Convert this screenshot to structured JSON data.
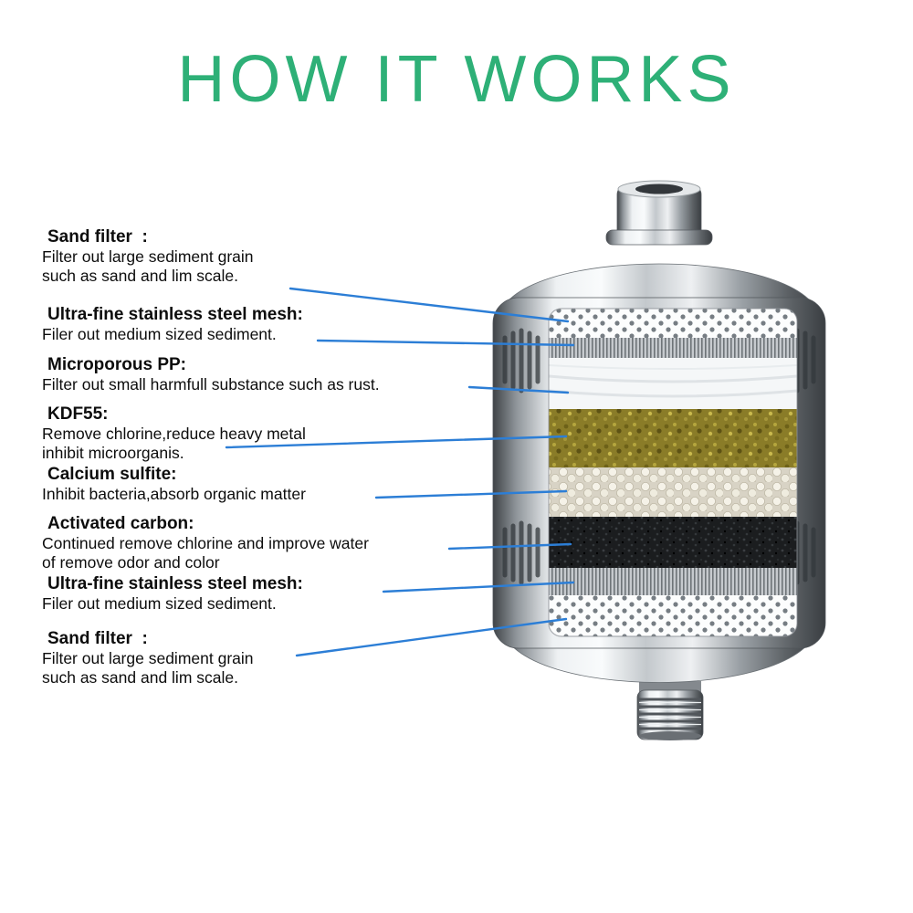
{
  "title": "HOW IT WORKS",
  "colors": {
    "title_green": "#2eb077",
    "leader_blue": "#2c7ed6"
  },
  "labels": [
    {
      "heading": "Sand filter  :",
      "desc": "Filter out large sediment grain\nsuch as sand and lim scale."
    },
    {
      "heading": "Ultra-fine stainless steel mesh:",
      "desc": "Filer out medium sized sediment."
    },
    {
      "heading": "Microporous PP:",
      "desc": "Filter out small harmfull substance such as rust."
    },
    {
      "heading": "KDF55:",
      "desc": "Remove chlorine,reduce heavy metal\ninhibit microorganis."
    },
    {
      "heading": "Calcium sulfite:",
      "desc": "Inhibit bacteria,absorb organic matter"
    },
    {
      "heading": "Activated carbon:",
      "desc": "Continued remove chlorine and improve water\nof remove odor and color"
    },
    {
      "heading": "Ultra-fine stainless steel mesh:",
      "desc": "Filer out medium sized sediment."
    },
    {
      "heading": "Sand filter  :",
      "desc": "Filter out large sediment grain\nsuch as sand and lim scale."
    }
  ],
  "diagram": {
    "subject": "shower-water-filter-cutaway",
    "layers_top_to_bottom": [
      "sand-filter-perforated-layer",
      "ultra-fine-stainless-steel-mesh-layer",
      "microporous-pp-layer",
      "kdf55-granule-layer",
      "calcium-sulfite-bead-layer",
      "activated-carbon-layer",
      "ultra-fine-stainless-steel-mesh-layer",
      "sand-filter-perforated-layer"
    ]
  }
}
